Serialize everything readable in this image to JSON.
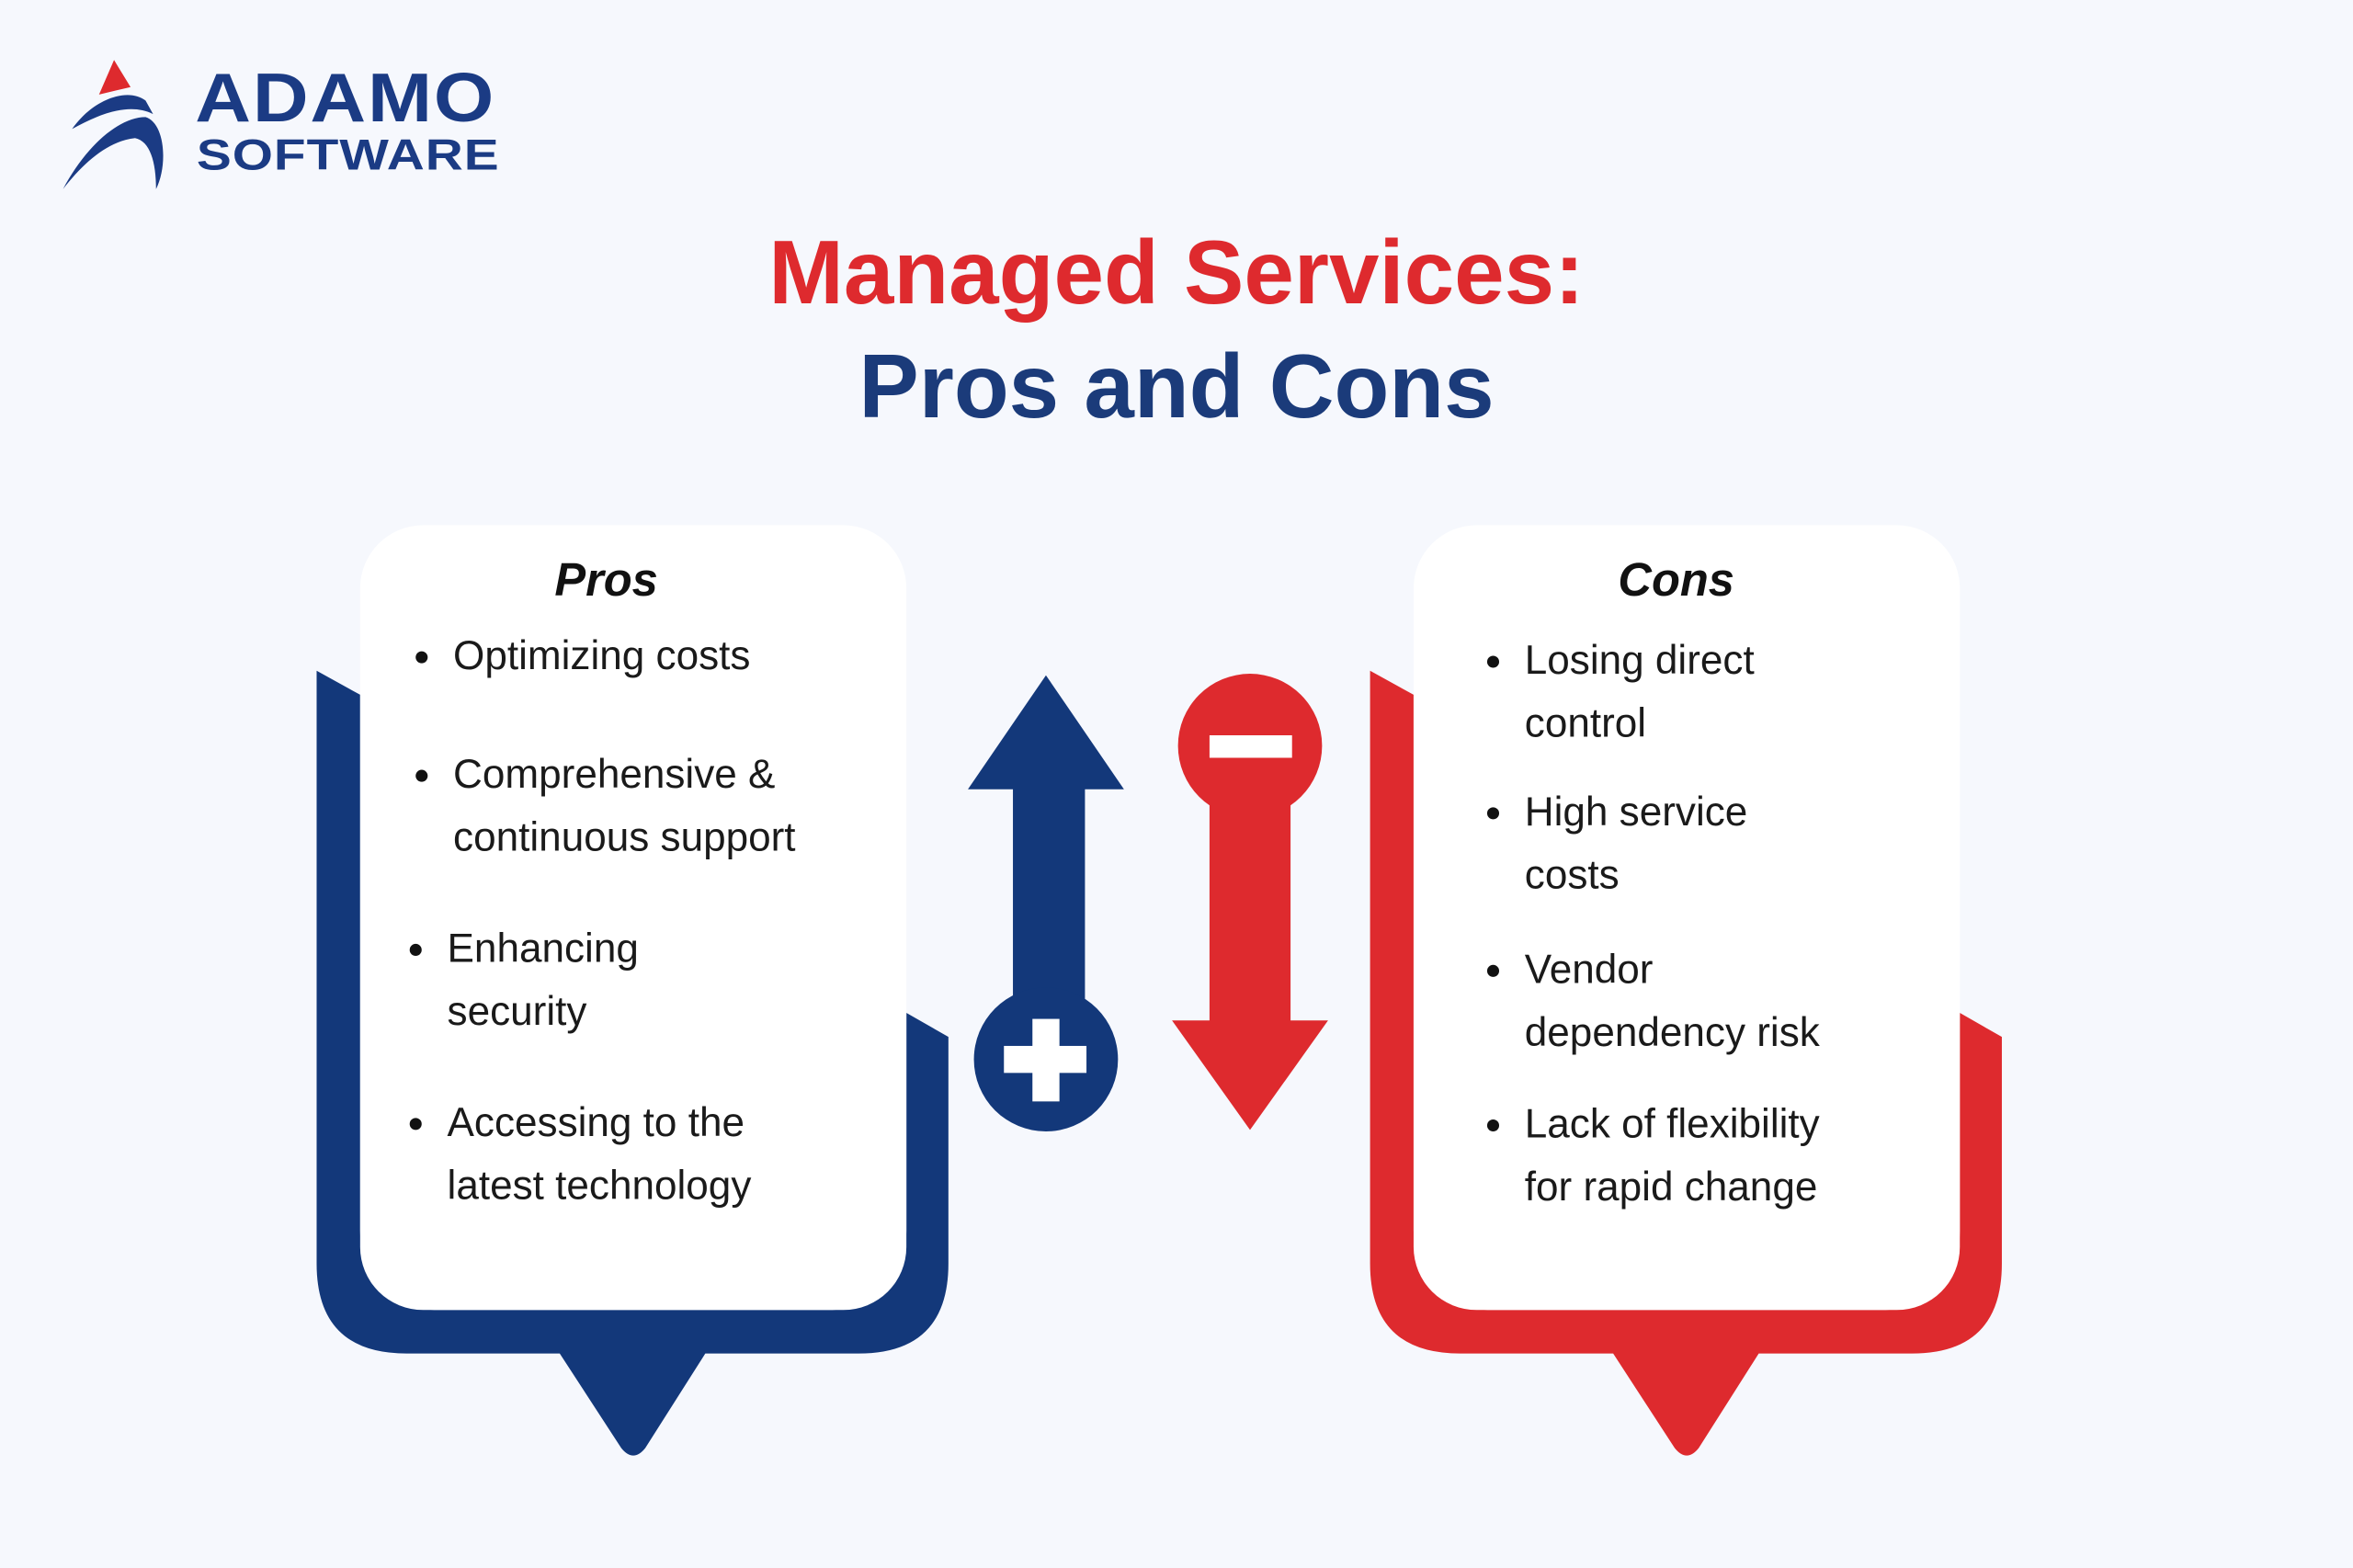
{
  "brand": {
    "name_line1": "ADAMO",
    "name_line2": "SOFTWARE"
  },
  "title": {
    "line1": "Managed Services:",
    "line2": "Pros and Cons"
  },
  "colors": {
    "navy": "#13387a",
    "red": "#de2a2e",
    "background": "#f6f8fd"
  },
  "pros": {
    "heading": "Pros",
    "items": [
      {
        "line1": "Optimizing costs",
        "line2": ""
      },
      {
        "line1": "Comprehensive &",
        "line2": "continuous support"
      },
      {
        "line1": "Enhancing",
        "line2": "security"
      },
      {
        "line1": "Accessing to the",
        "line2": "latest technology"
      }
    ]
  },
  "cons": {
    "heading": "Cons",
    "items": [
      {
        "line1": "Losing direct",
        "line2": "control"
      },
      {
        "line1": "High service",
        "line2": "costs"
      },
      {
        "line1": "Vendor",
        "line2": "dependency risk"
      },
      {
        "line1": "Lack of flexibility",
        "line2": "for rapid change"
      }
    ]
  },
  "icons": [
    "adamo-logo-icon",
    "plus-arrow-up-icon",
    "minus-arrow-down-icon"
  ]
}
